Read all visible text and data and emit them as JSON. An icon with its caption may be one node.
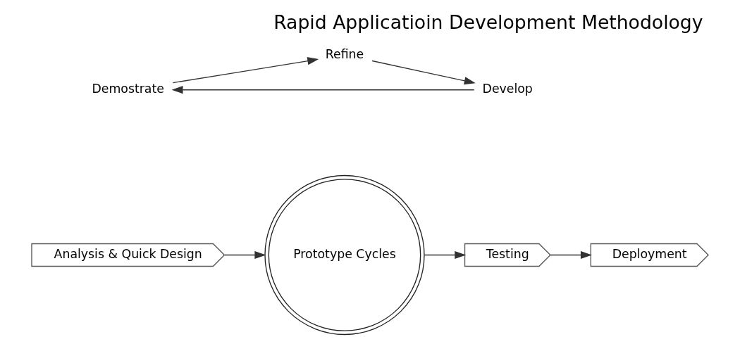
{
  "diagram": {
    "title": "Rapid Applicatioin Development Methodology",
    "nodes": [
      {
        "text": [
          "Analysis & Quick Design"
        ]
      },
      {
        "text": [
          "Prototype Cycles"
        ]
      },
      {
        "text": [
          "Demostrate"
        ]
      },
      {
        "text": [
          "Refine"
        ]
      },
      {
        "text": [
          "Develop"
        ]
      },
      {
        "text": [
          "Testing"
        ]
      },
      {
        "text": [
          "Deployment"
        ]
      }
    ],
    "edges": [
      {
        "from": 0,
        "to": 1,
        "arrow": "to"
      },
      {
        "from": 2,
        "to": 3,
        "arrow": "to"
      },
      {
        "from": 3,
        "to": 4,
        "arrow": "to"
      },
      {
        "from": 4,
        "to": 2,
        "arrow": "to"
      },
      {
        "from": 1,
        "to": 5,
        "arrow": "to"
      },
      {
        "from": 5,
        "to": 6,
        "arrow": "to"
      }
    ]
  }
}
